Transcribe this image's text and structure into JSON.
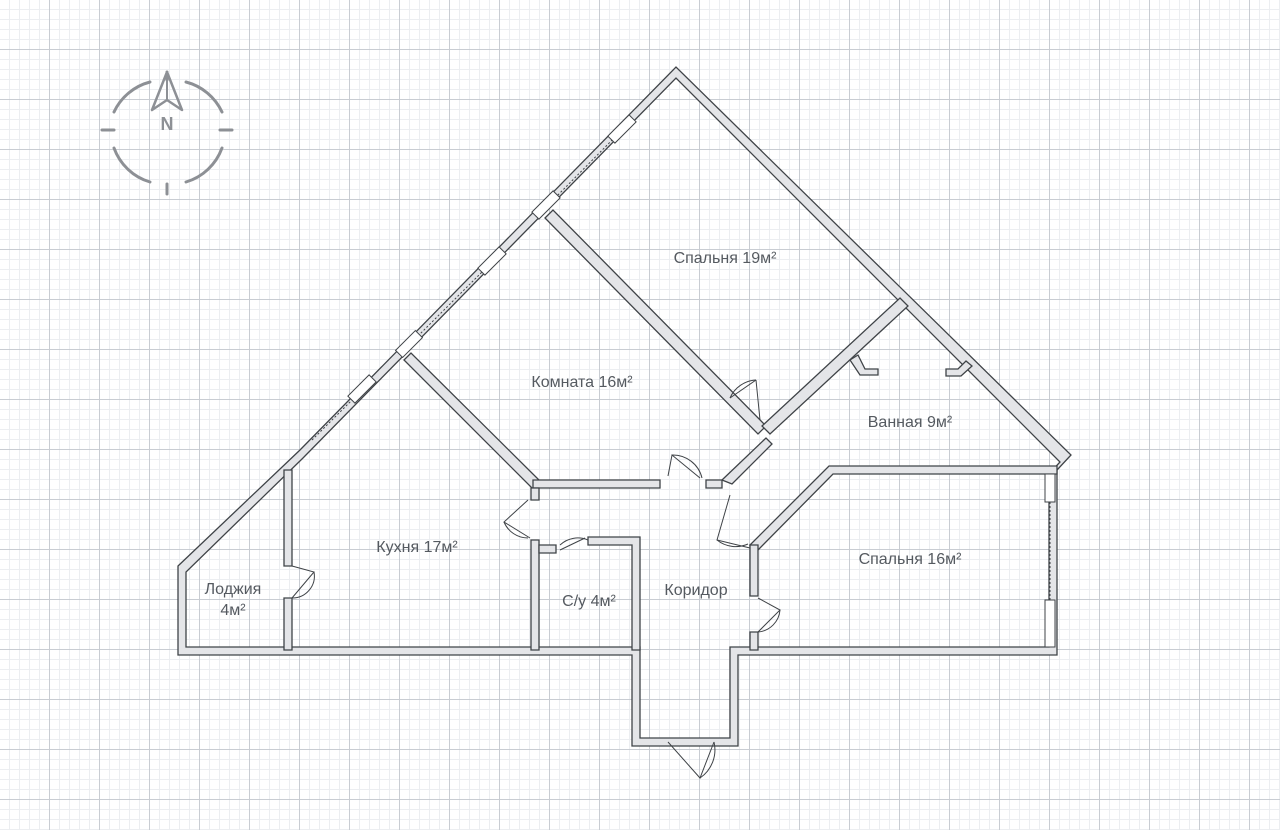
{
  "compass": {
    "north_label": "N",
    "color": "#8d9095"
  },
  "rooms": {
    "bedroom_large": {
      "label": "Спальня 19м²"
    },
    "room": {
      "label": "Комната 16м²"
    },
    "bathroom": {
      "label": "Ванная 9м²"
    },
    "kitchen": {
      "label": "Кухня 17м²"
    },
    "bedroom_small": {
      "label": "Спальня 16м²"
    },
    "loggia": {
      "label_line1": "Лоджия",
      "label_line2": "4м²"
    },
    "toilet": {
      "label": "С/у 4м²"
    },
    "corridor": {
      "label": "Коридор"
    }
  },
  "colors": {
    "wall_fill": "#e4e5e8",
    "wall_stroke": "#3f4347",
    "text": "#555a60"
  }
}
